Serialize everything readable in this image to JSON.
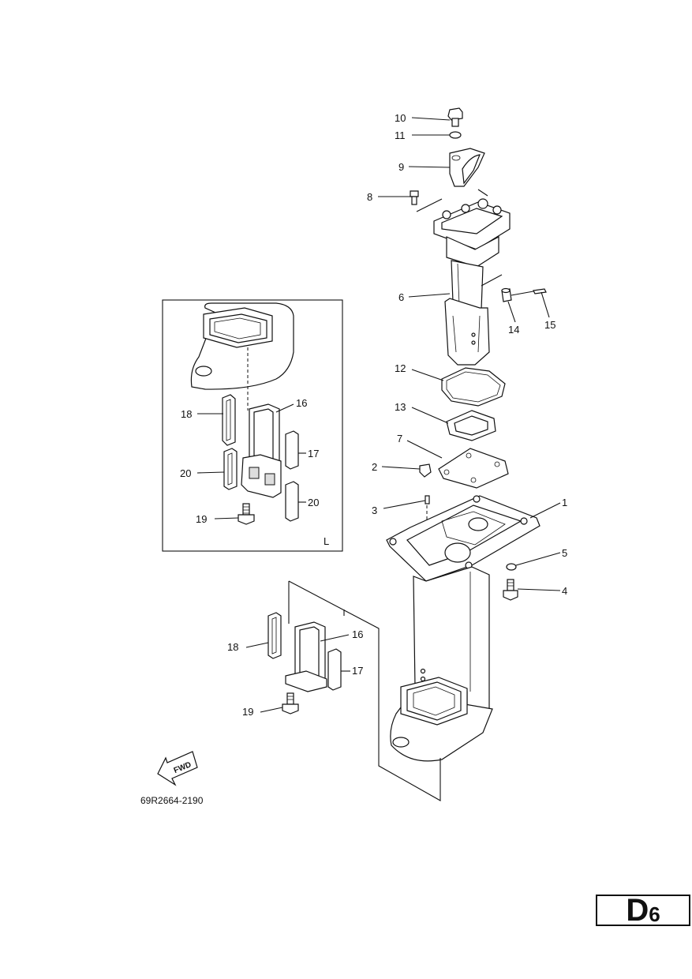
{
  "diagram": {
    "code": "69R2664-2190",
    "direction_label": "FWD",
    "inset_variant": "L",
    "page": {
      "letter": "D",
      "number": "6"
    }
  },
  "callouts": [
    {
      "id": "c10",
      "text": "10"
    },
    {
      "id": "c11",
      "text": "11"
    },
    {
      "id": "c9",
      "text": "9"
    },
    {
      "id": "c8",
      "text": "8"
    },
    {
      "id": "c6",
      "text": "6"
    },
    {
      "id": "c14",
      "text": "14"
    },
    {
      "id": "c15",
      "text": "15"
    },
    {
      "id": "c12",
      "text": "12"
    },
    {
      "id": "c13",
      "text": "13"
    },
    {
      "id": "c7",
      "text": "7"
    },
    {
      "id": "c2",
      "text": "2"
    },
    {
      "id": "c3",
      "text": "3"
    },
    {
      "id": "c1",
      "text": "1"
    },
    {
      "id": "c5",
      "text": "5"
    },
    {
      "id": "c4",
      "text": "4"
    },
    {
      "id": "i18",
      "text": "18"
    },
    {
      "id": "i16",
      "text": "16"
    },
    {
      "id": "i17",
      "text": "17"
    },
    {
      "id": "i20a",
      "text": "20"
    },
    {
      "id": "i20b",
      "text": "20"
    },
    {
      "id": "i19",
      "text": "19"
    },
    {
      "id": "m18",
      "text": "18"
    },
    {
      "id": "m16",
      "text": "16"
    },
    {
      "id": "m17",
      "text": "17"
    },
    {
      "id": "m19",
      "text": "19"
    }
  ]
}
